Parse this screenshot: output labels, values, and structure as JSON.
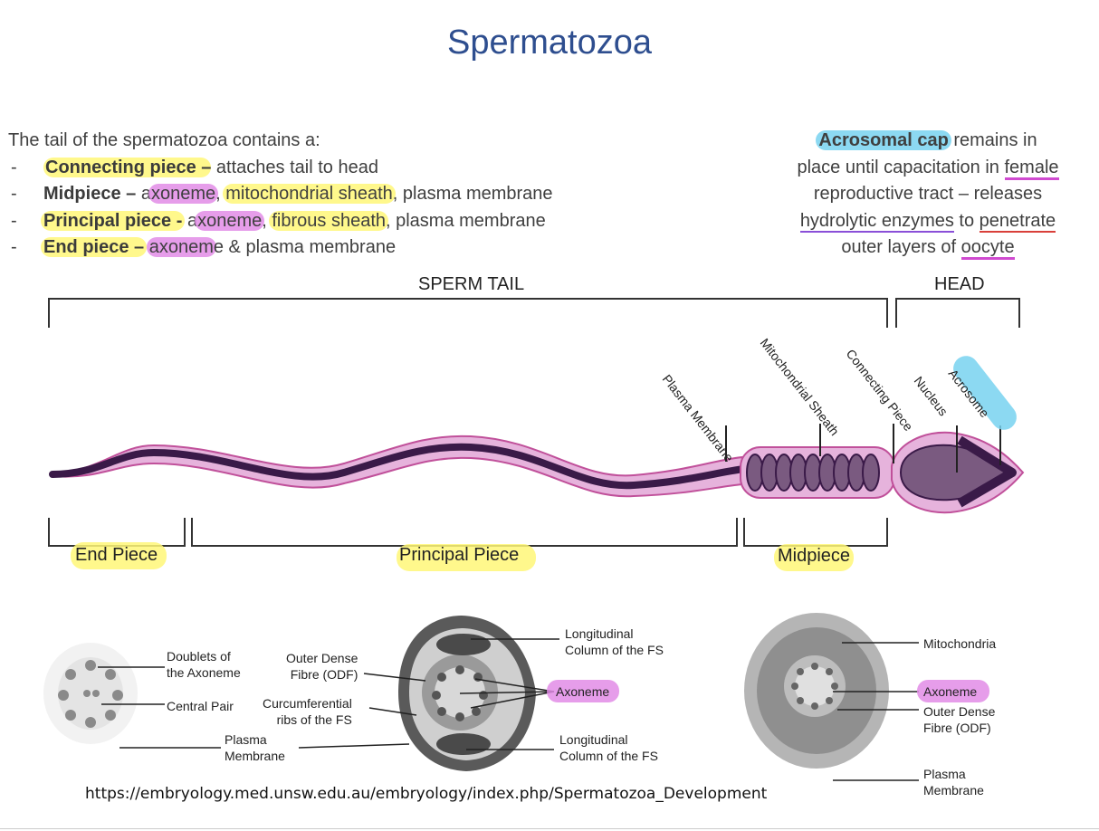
{
  "title": "Spermatozoa",
  "left_text": {
    "intro": "The tail of the spermatozoa contains a:",
    "items": [
      {
        "dash": "-",
        "term": "Connecting piece –",
        "desc": " attaches tail to head"
      },
      {
        "dash": "-",
        "term": "Midpiece –",
        "desc_parts": [
          "a",
          "xoneme",
          ", ",
          "mitochondrial sheath",
          ", plasma membrane"
        ]
      },
      {
        "dash": "-",
        "term": "Principal piece -",
        "desc_parts": [
          "a",
          "xoneme",
          ", ",
          "fibrous sheath",
          ", plasma membrane"
        ]
      },
      {
        "dash": "-",
        "term": "End piece –",
        "desc_parts": [
          " ",
          "axonem",
          "e & plasma membrane"
        ]
      }
    ]
  },
  "right_text": {
    "acrosomal": "Acrosomal cap",
    "line1_rest": " remains in",
    "line2": "place until capacitation in ",
    "line2_ul": "female",
    "line3": "reproductive tract – releases",
    "line4_ul": "hydrolytic enzymes",
    "line4_mid": " to ",
    "line4_ul2": "penetrate",
    "line5": "outer layers of ",
    "line5_ul": "oocyte"
  },
  "diagram": {
    "sperm_tail": "SPERM TAIL",
    "head": "HEAD",
    "labels": {
      "plasma_membrane": "Plasma Membrane",
      "mitochondrial_sheath": "Mitochondrial Sheath",
      "connecting_piece": "Connecting Piece",
      "nucleus": "Nucleus",
      "acrosome": "Acrosome"
    },
    "end_piece": "End Piece",
    "principal_piece": "Principal Piece",
    "midpiece": "Midpiece"
  },
  "cross_sections": {
    "doublets": [
      "Doublets of",
      "the Axoneme"
    ],
    "central_pair": "Central Pair",
    "outer_dense": [
      "Outer Dense",
      "Fibre (ODF)"
    ],
    "circumferential": [
      "Curcumferential",
      "ribs of the FS"
    ],
    "plasma_membrane": [
      "Plasma",
      "Membrane"
    ],
    "long_col_top": [
      "Longitudinal",
      "Column of the FS"
    ],
    "axoneme": "Axoneme",
    "long_col_bottom": [
      "Longitudinal",
      "Column of the FS"
    ],
    "mitochondria": "Mitochondria",
    "axoneme_right": "Axoneme",
    "outer_dense_right": [
      "Outer Dense",
      "Fibre (ODF)"
    ],
    "plasma_membrane_right": [
      "Plasma",
      "Membrane"
    ]
  },
  "source_url": "https://embryology.med.unsw.edu.au/embryology/index.php/Spermatozoa_Development",
  "colors": {
    "title": "#2e4e8f",
    "highlight_yellow": "#fff778",
    "highlight_magenta": "#e28ce6",
    "highlight_blue": "#78d2f0",
    "sperm_body": "#e6b3dc",
    "sperm_outline": "#c0509a",
    "axoneme": "#3a1a48"
  }
}
